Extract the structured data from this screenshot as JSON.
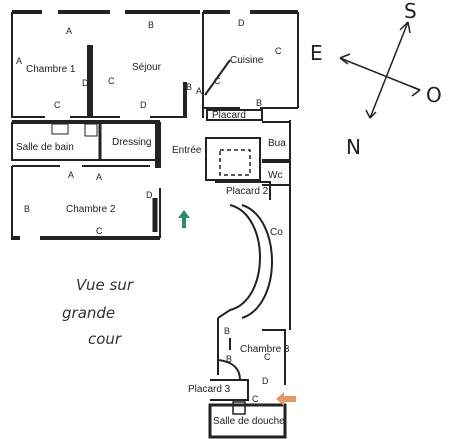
{
  "rooms": {
    "chambre1": "Chambre 1",
    "sejour": "Séjour",
    "cuisine": "Cuisine",
    "placard": "Placard",
    "salle_de_bain": "Salle de bain",
    "dressing": "Dressing",
    "entree": "Entrée",
    "bua": "Bua",
    "placard2": "Placard 2",
    "wc": "Wc",
    "chambre2": "Chambre 2",
    "co": "Co",
    "chambre3": "Chambre 3",
    "placard3": "Placard 3",
    "salle_de_douche": "Salle de douche"
  },
  "wall_labels": [
    "A",
    "B",
    "D",
    "A",
    "C",
    "D",
    "C",
    "B",
    "C",
    "D",
    "C",
    "A",
    "B",
    "A",
    "A",
    "B",
    "D",
    "C",
    "B",
    "B",
    "C",
    "D",
    "C"
  ],
  "handwritten_note": [
    "Vue sur",
    "grande",
    "cour"
  ],
  "compass": {
    "s": "S",
    "e": "E",
    "o": "O",
    "n": "N"
  },
  "colors": {
    "ink": "#222222",
    "arrow_green": "#2a8f6a",
    "arrow_orange": "#e8956a"
  }
}
